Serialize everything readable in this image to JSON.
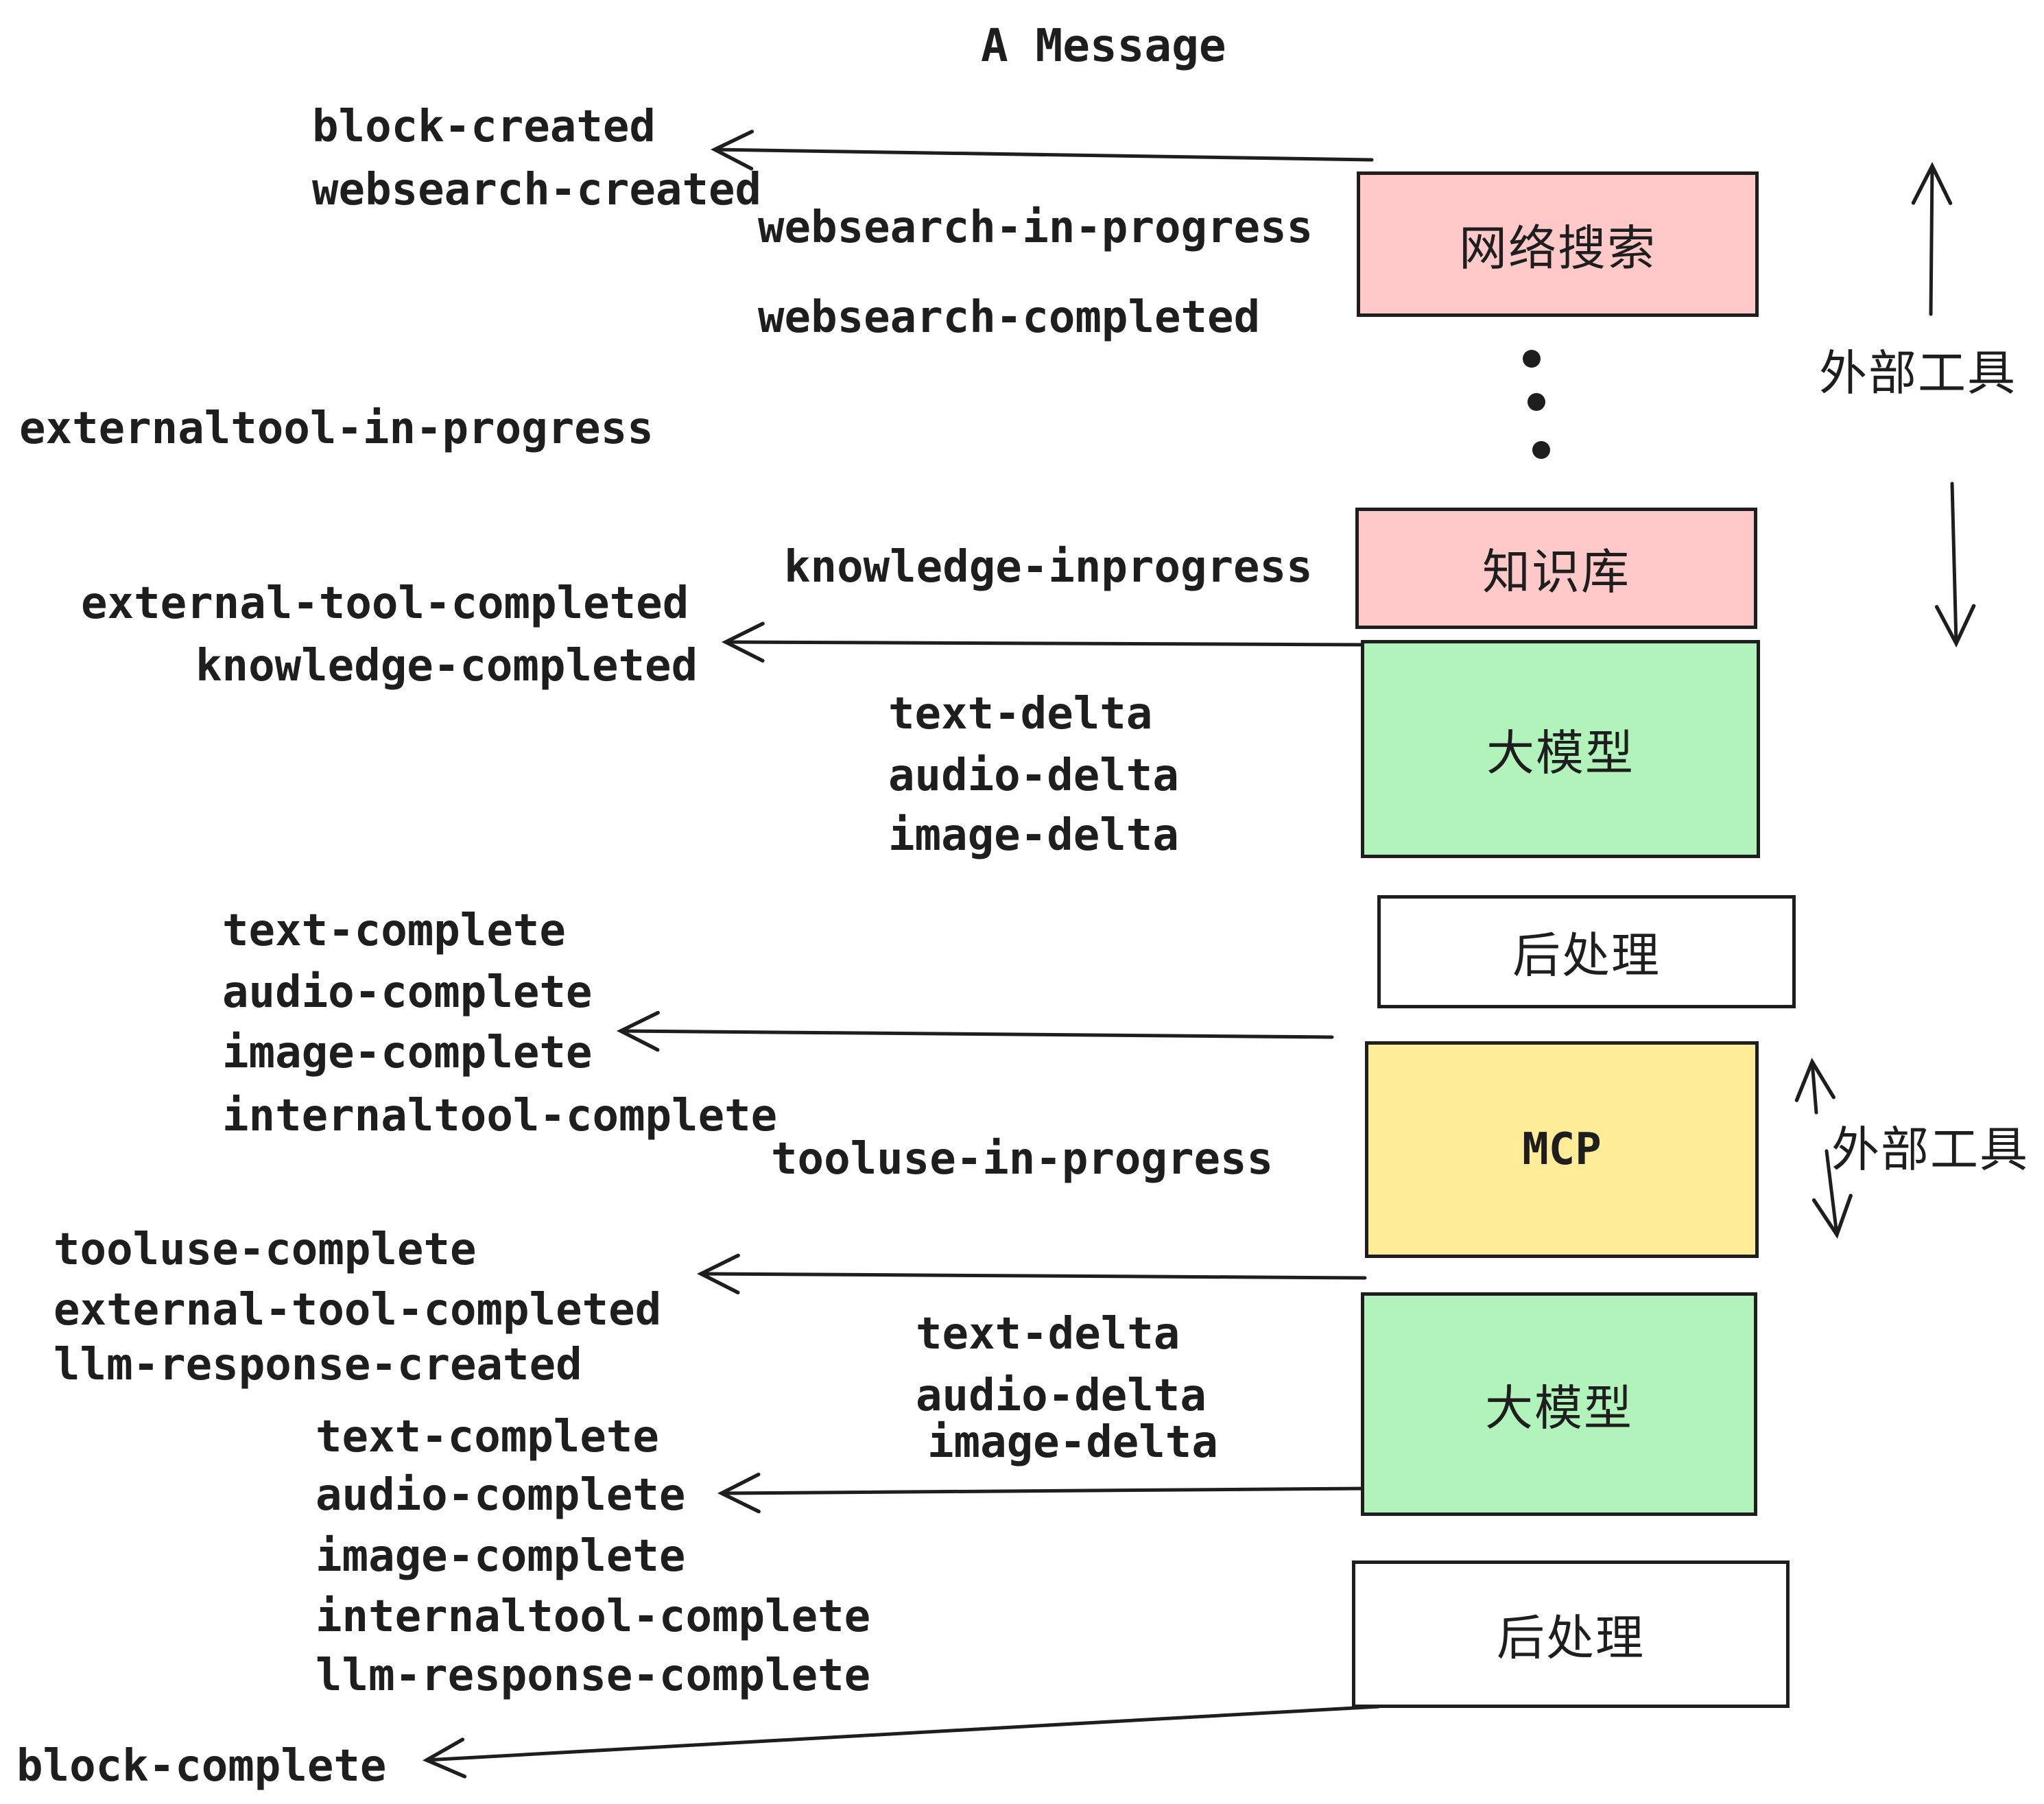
{
  "title": "A Message",
  "colors": {
    "stroke": "#1e1e1e",
    "pink": "#ffc9c9",
    "green": "#b2f2bb",
    "yellow": "#ffec99",
    "white": "#ffffff"
  },
  "event_labels": [
    {
      "id": "block-created",
      "text": "block-created"
    },
    {
      "id": "websearch-created",
      "text": "websearch-created"
    },
    {
      "id": "websearch-in-progress",
      "text": "websearch-in-progress"
    },
    {
      "id": "websearch-completed",
      "text": "websearch-completed"
    },
    {
      "id": "externaltool-in-progress",
      "text": "externaltool-in-progress"
    },
    {
      "id": "knowledge-inprogress",
      "text": "knowledge-inprogress"
    },
    {
      "id": "external-tool-completed",
      "text": "external-tool-completed"
    },
    {
      "id": "knowledge-completed",
      "text": "knowledge-completed"
    },
    {
      "id": "text-delta-1",
      "text": "text-delta"
    },
    {
      "id": "audio-delta-1",
      "text": "audio-delta"
    },
    {
      "id": "image-delta-1",
      "text": "image-delta"
    },
    {
      "id": "text-complete-1",
      "text": "text-complete"
    },
    {
      "id": "audio-complete-1",
      "text": "audio-complete"
    },
    {
      "id": "image-complete-1",
      "text": "image-complete"
    },
    {
      "id": "internaltool-complete-1",
      "text": "internaltool-complete"
    },
    {
      "id": "tooluse-in-progress",
      "text": "tooluse-in-progress"
    },
    {
      "id": "tooluse-complete",
      "text": "tooluse-complete"
    },
    {
      "id": "external-tool-completed-2",
      "text": "external-tool-completed"
    },
    {
      "id": "llm-response-created",
      "text": "llm-response-created"
    },
    {
      "id": "text-complete-2",
      "text": "text-complete"
    },
    {
      "id": "audio-complete-2",
      "text": "audio-complete"
    },
    {
      "id": "image-complete-2",
      "text": "image-complete"
    },
    {
      "id": "internaltool-complete-2",
      "text": "internaltool-complete"
    },
    {
      "id": "llm-response-complete",
      "text": "llm-response-complete"
    },
    {
      "id": "block-complete",
      "text": "block-complete"
    },
    {
      "id": "text-delta-2",
      "text": "text-delta"
    },
    {
      "id": "audio-delta-2",
      "text": "audio-delta"
    },
    {
      "id": "image-delta-2",
      "text": "image-delta"
    }
  ],
  "boxes": [
    {
      "id": "websearch",
      "label": "网络搜索",
      "color": "#ffc9c9"
    },
    {
      "id": "knowledge-base",
      "label": "知识库",
      "color": "#ffc9c9"
    },
    {
      "id": "llm-1",
      "label": "大模型",
      "color": "#b2f2bb"
    },
    {
      "id": "postprocess-1",
      "label": "后处理",
      "color": "#ffffff"
    },
    {
      "id": "mcp",
      "label": "MCP",
      "color": "#ffec99"
    },
    {
      "id": "llm-2",
      "label": "大模型",
      "color": "#b2f2bb"
    },
    {
      "id": "postprocess-2",
      "label": "后处理",
      "color": "#ffffff"
    }
  ],
  "side_annotations": [
    {
      "id": "external-tools-1",
      "label": "外部工具"
    },
    {
      "id": "external-tools-2",
      "label": "外部工具"
    }
  ]
}
